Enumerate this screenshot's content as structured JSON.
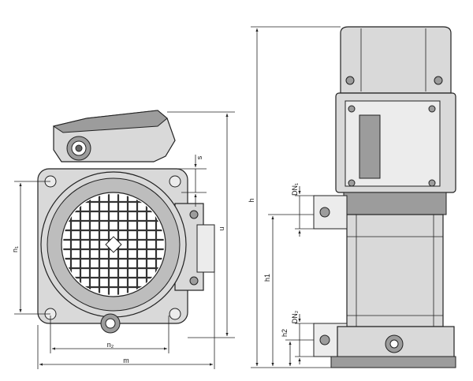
{
  "dimension_labels": {
    "n1": "n₁",
    "n2": "n₂",
    "m": "m",
    "s": "s",
    "u": "u",
    "h": "h",
    "h1": "h1",
    "h2": "h2",
    "dn1": "DN₁",
    "dn2": "DN₂"
  }
}
